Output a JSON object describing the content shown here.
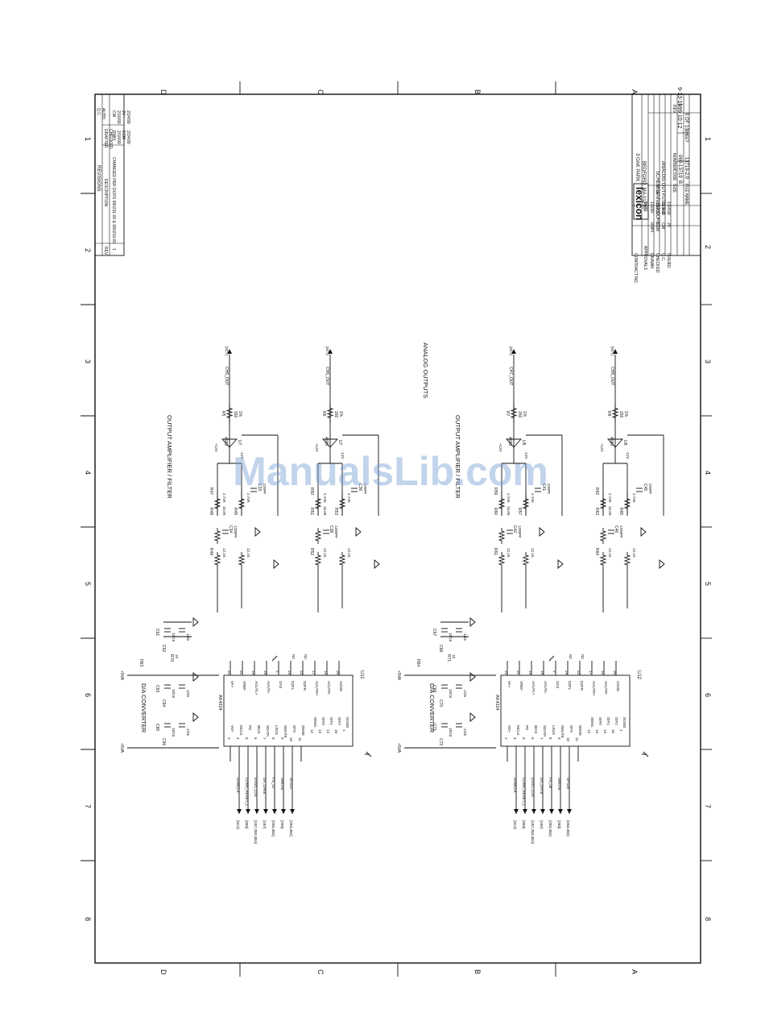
{
  "corner_date": "9-13-1999 10:12",
  "grid": {
    "top_letters": [
      "D",
      "C",
      "B",
      "A"
    ],
    "bottom_letters": [
      "D",
      "C",
      "B",
      "A"
    ],
    "left_numbers": [
      "1",
      "2",
      "3",
      "4",
      "5",
      "6",
      "7",
      "8"
    ],
    "right_numbers": [
      "1",
      "2",
      "3",
      "4",
      "5",
      "6",
      "7",
      "8"
    ]
  },
  "revisions": {
    "title": "REVISIONS",
    "headers": [
      "REV",
      "DESCRIPTION",
      "DRAFTER",
      "Q.C."
    ],
    "rev": "1",
    "description": "CHANGED PER DCRS 990211-00 & 990219-00",
    "drafter_checked": [
      "RWH",
      "2/16/99",
      "CW",
      "2/16/99"
    ],
    "ecm_qc": [
      "ECM",
      "2/24/99",
      "JV",
      "2/24/99"
    ],
    "checked_label": "CHECKED",
    "auth_label": "AUTH."
  },
  "title_block": {
    "contract": "CONTRACT NO.",
    "approvals": "APPROVALS",
    "date_label": "DATE",
    "rows": [
      {
        "role": "DRAWN",
        "name": "RWH",
        "date": "1/5/99"
      },
      {
        "role": "CHECKED",
        "name": "ECM",
        "date": "1/14/99"
      },
      {
        "role": "Q.C.",
        "name": "CW",
        "date": "1/14/99"
      },
      {
        "role": "ISSUED",
        "name": "JV",
        "date": "1/14/99"
      }
    ],
    "company": "lexicon",
    "address1": "3 OAK PARK",
    "address2": "BEDFORD, MA 01730",
    "title_label": "TITLE",
    "title1": "SCHEM,MAIN BD,CORE2",
    "title2": "ANALOG OUTPUTS 5-8",
    "size_label": "SIZE",
    "size": "B",
    "code_label": "CODE",
    "number_label": "NUMBER",
    "number": "060-13719",
    "rev_label": "REV",
    "rev": "1",
    "file_label": "FILE NAME",
    "file": "13719-2.9",
    "sheet_label": "SHEET",
    "sheet": "9 OF 10"
  },
  "headings": {
    "analog_outputs": "ANALOG OUTPUTS",
    "amp1": "OUTPUT AMPLIFIER / FILTER",
    "amp2": "OUTPUT AMPLIFIER / FILTER",
    "dac1": "D/A CONVERTER",
    "dac2": "D/A CONVERTER"
  },
  "channels": [
    {
      "opamp": "U7",
      "op": "4580",
      "r_out": "R5",
      "r_val": "150",
      "pct": "1%",
      "sig": "CH5_OUT",
      "ref": "[9C7]",
      "rf": "R47",
      "rf2": "R48",
      "rin": "R49",
      "rb": "R45",
      "c1": "C33",
      "c2": "C34",
      "cv2": "1200PF"
    },
    {
      "opamp": "U7",
      "op": "4580",
      "r_out": "R6",
      "r_val": "150",
      "pct": "1%",
      "sig": "CH6_OUT",
      "ref": "[9C7]",
      "rf": "R50",
      "rf2": "R51",
      "rin": "R52",
      "rb": "R53",
      "c1": "C36",
      "c2": "C38",
      "cv2": "1200PF"
    },
    {
      "opamp": "U8",
      "op": "4580",
      "r_out": "R7",
      "r_val": "150",
      "pct": "1%",
      "sig": "CH7_OUT",
      "ref": "[9C7]",
      "rf": "R59",
      "rf2": "R60",
      "rin": "R61",
      "rb": "R57",
      "c1": "C41",
      "c2": "C42",
      "cv2": "1200PF"
    },
    {
      "opamp": "U8",
      "op": "4580",
      "r_out": "R8",
      "r_val": "150",
      "pct": "1%",
      "sig": "CH8_OUT",
      "ref": "[9C7]",
      "rf": "R62",
      "rf2": "R63",
      "rin": "R64",
      "rb": "R65",
      "c1": "C45",
      "c2": "C46",
      "cv2": "1200PF"
    }
  ],
  "values": {
    "r274": "2.74K",
    "r15": "15.0K",
    "r121": "12.1K",
    "c220": "220PF",
    "v12p": "+12V",
    "v12m": "-12V",
    "v5a": "+5VA",
    "fb1": "FB3",
    "fb2": "FB4",
    "r70": "R70",
    "r71": "R71",
    "r10": "10",
    "cap1": "10/16",
    "cap2": ".1/25"
  },
  "dacs": [
    {
      "ic": "U11",
      "part": "AK4324",
      "caps": [
        "C61",
        "C62",
        "C63",
        "C64",
        "C65",
        "C66"
      ],
      "left_pins": [
        {
          "n": "2",
          "name": "VD+"
        },
        {
          "n": "4",
          "name": "MCLK"
        },
        {
          "n": "5",
          "name": "PD"
        },
        {
          "n": "6",
          "name": "BICK"
        },
        {
          "n": "7",
          "name": "SDATA"
        },
        {
          "n": "8",
          "name": "LRCK"
        },
        {
          "n": "9",
          "name": "SMUTE"
        },
        {
          "n": "10",
          "name": "DFS"
        },
        {
          "n": "11",
          "name": "DEM0"
        }
      ],
      "right_pins": [
        {
          "n": "22",
          "name": "VA+"
        },
        {
          "n": "21",
          "name": "VREF"
        },
        {
          "n": "19",
          "name": "AOUTL+"
        },
        {
          "n": "18",
          "name": "AOUTL-"
        },
        {
          "n": "3",
          "name": "CKS"
        },
        {
          "n": "24",
          "name": "DZFL"
        },
        {
          "n": "23",
          "name": "DZFR"
        },
        {
          "n": "17",
          "name": "AOUTR+"
        },
        {
          "n": "16",
          "name": "AOUTR-"
        },
        {
          "n": "20",
          "name": "AGND"
        }
      ],
      "nc": "NC",
      "mid_pins": [
        {
          "n": "12",
          "name": "DEM1"
        },
        {
          "n": "13",
          "name": "DIF0"
        },
        {
          "n": "14",
          "name": "DIF1"
        },
        {
          "n": "15",
          "name": "DIF2"
        },
        {
          "n": "1",
          "name": "DGND"
        }
      ],
      "signals": [
        {
          "name": "DAMCLK",
          "ref": "[9C3]"
        },
        {
          "name": "CONV_RESET_L",
          "ref": "[9B3]"
        },
        {
          "name": "ESSI1_CLK",
          "ref": "[1B7,2B3,3B4]"
        },
        {
          "name": "DA_CH56",
          "ref": "[1B7]"
        },
        {
          "name": "FS_12",
          "ref": "[2B3,3B4]"
        },
        {
          "name": "SMUTE",
          "ref": "[2B3]"
        },
        {
          "name": "DFS12",
          "ref": "[2B3,3B4]"
        }
      ]
    },
    {
      "ic": "U12",
      "part": "AK4324",
      "caps": [
        "C67",
        "C68",
        "C69",
        "C70",
        "C71",
        "C72"
      ],
      "left_pins": [
        {
          "n": "2",
          "name": "VD+"
        },
        {
          "n": "4",
          "name": "MCLK"
        },
        {
          "n": "5",
          "name": "PD"
        },
        {
          "n": "6",
          "name": "BICK"
        },
        {
          "n": "7",
          "name": "SDATA"
        },
        {
          "n": "8",
          "name": "LRCK"
        },
        {
          "n": "9",
          "name": "SMUTE"
        },
        {
          "n": "10",
          "name": "DFS"
        },
        {
          "n": "11",
          "name": "DEM0"
        }
      ],
      "right_pins": [
        {
          "n": "22",
          "name": "VA+"
        },
        {
          "n": "21",
          "name": "VREF"
        },
        {
          "n": "19",
          "name": "AOUTL+"
        },
        {
          "n": "18",
          "name": "AOUTL-"
        },
        {
          "n": "3",
          "name": "CKS"
        },
        {
          "n": "24",
          "name": "DZFL"
        },
        {
          "n": "23",
          "name": "DZFR"
        },
        {
          "n": "17",
          "name": "AOUTR+"
        },
        {
          "n": "16",
          "name": "AOUTR-"
        },
        {
          "n": "20",
          "name": "AGND"
        }
      ],
      "nc": "NC",
      "mid_pins": [
        {
          "n": "12",
          "name": "DEM1"
        },
        {
          "n": "13",
          "name": "DIF0"
        },
        {
          "n": "14",
          "name": "DIF1"
        },
        {
          "n": "15",
          "name": "DIF2"
        },
        {
          "n": "1",
          "name": "DGND"
        }
      ],
      "signals": [
        {
          "name": "DAMCLK",
          "ref": "[9C3]"
        },
        {
          "name": "CONV_RESET_L",
          "ref": "[9B3]"
        },
        {
          "name": "ESSI1_CLK",
          "ref": "[1B7,2B3,3B4]"
        },
        {
          "name": "DA_CH78",
          "ref": "[1B7]"
        },
        {
          "name": "FS_38",
          "ref": "[2B3,3B4]"
        },
        {
          "name": "SMUTE",
          "ref": "[2B3]"
        },
        {
          "name": "DFS38",
          "ref": "[2B3,3B4]"
        }
      ]
    }
  ],
  "watermark": "ManualsLib.com"
}
